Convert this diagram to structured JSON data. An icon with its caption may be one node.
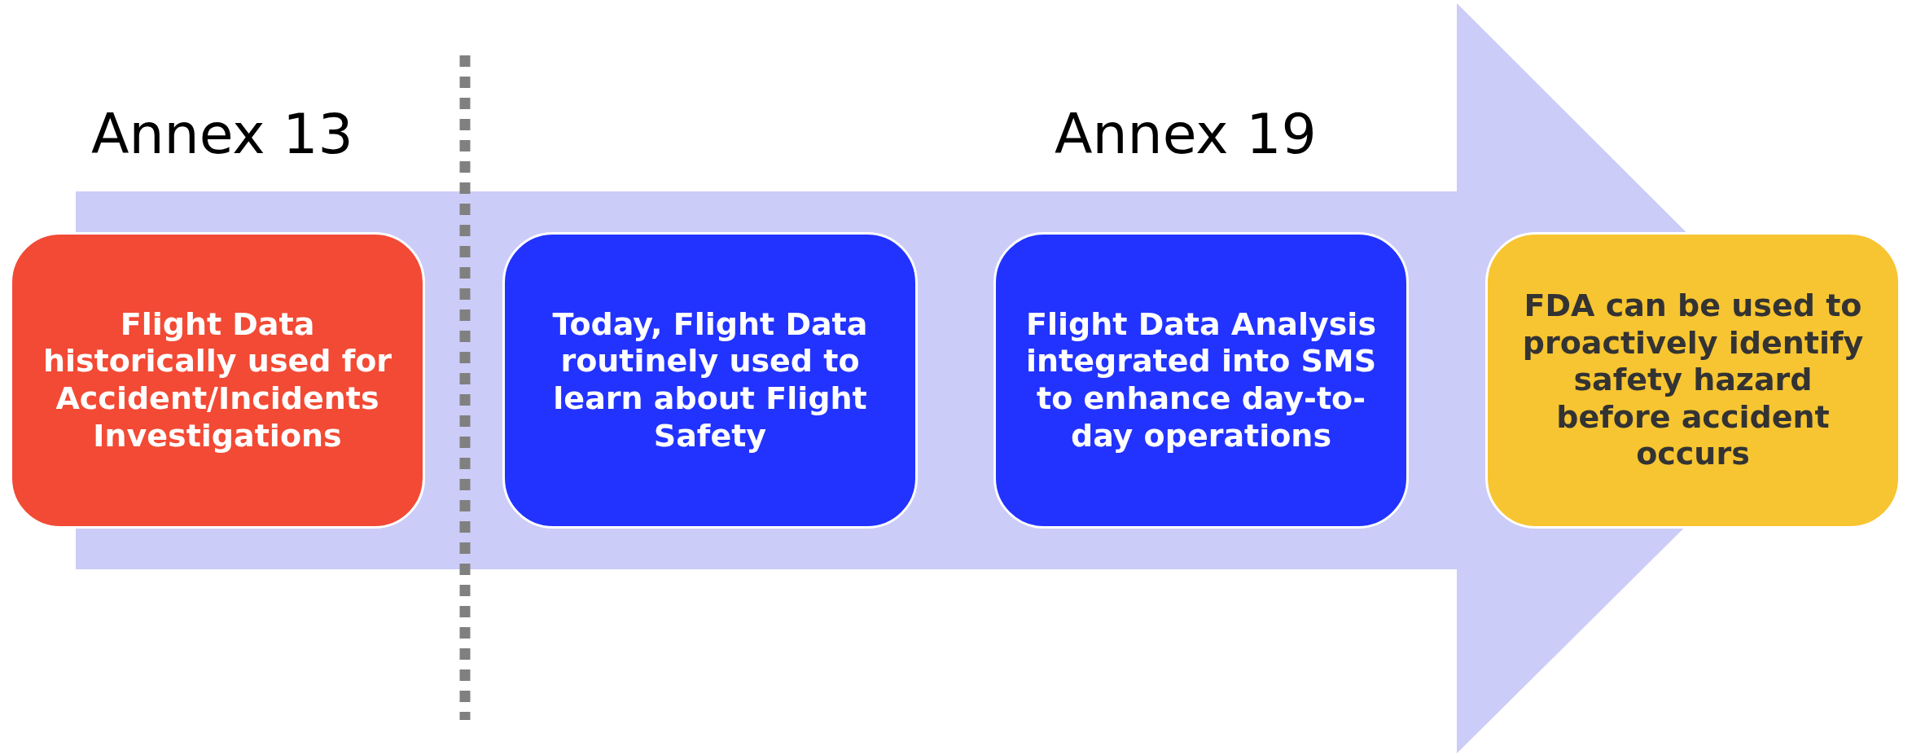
{
  "diagram": {
    "nodes": [
      {
        "text": [
          "Flight Data historically used for Accident/Incidents Investigations"
        ]
      },
      {
        "text": [
          "Today, Flight Data routinely used to learn about Flight Safety"
        ]
      },
      {
        "text": [
          "Flight Data Analysis integrated into SMS to enhance day-to-day operations"
        ]
      },
      {
        "text": [
          "FDA can be used to proactively identify safety hazard before accident occurs"
        ]
      }
    ],
    "edges": [
      {
        "from": 0,
        "to": 3,
        "arrow": "to"
      }
    ],
    "labels": [
      "Annex 13",
      "Annex 19"
    ]
  }
}
